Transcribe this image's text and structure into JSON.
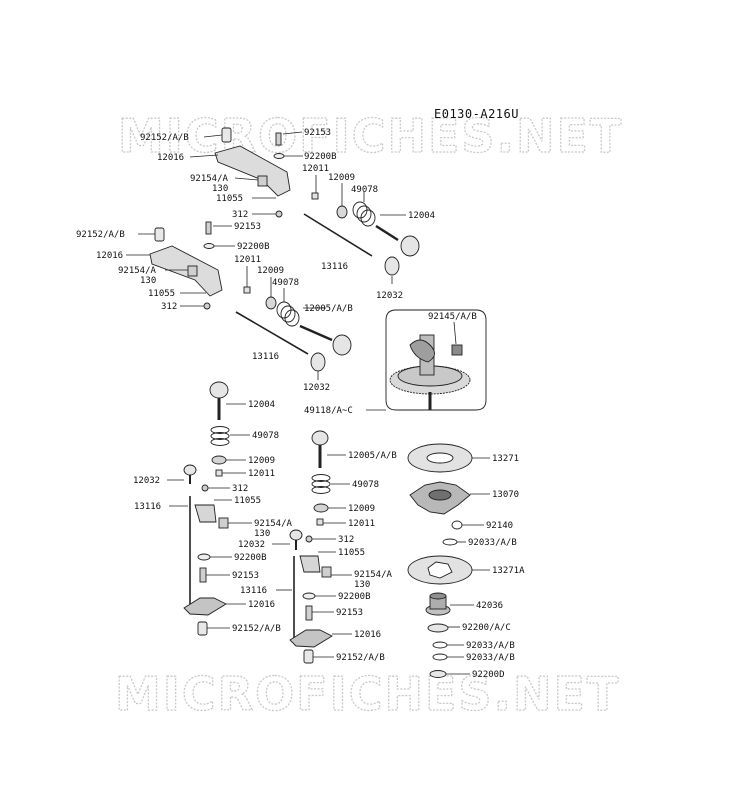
{
  "diagram": {
    "code": "E0130-A216U",
    "watermark": "MICROFICHES.NET",
    "labels": {
      "p92152_a": "92152/A/B",
      "p92153_a": "92153",
      "p12016_a": "12016",
      "p92200b_a": "92200B",
      "p92154_a": "92154/A",
      "p130_a": "130",
      "p12011_a": "12011",
      "p12009_a": "12009",
      "p49078_a": "49078",
      "p11055_a": "11055",
      "p312_a": "312",
      "p12004_a": "12004",
      "p13116_a": "13116",
      "p12032_a": "12032",
      "p92152_b": "92152/A/B",
      "p92153_b": "92153",
      "p12016_b": "12016",
      "p92200b_b": "92200B",
      "p92154_b": "92154/A",
      "p130_b": "130",
      "p12011_b": "12011",
      "p12009_b": "12009",
      "p49078_b": "49078",
      "p11055_b": "11055",
      "p312_b": "312",
      "p12005_b": "12005/A/B",
      "p13116_b": "13116",
      "p12032_b": "12032",
      "p92145": "92145/A/B",
      "p49118": "49118/A~C",
      "p12004_c": "12004",
      "p49078_c": "49078",
      "p12009_c": "12009",
      "p12011_c": "12011",
      "p12032_c": "12032",
      "p312_c": "312",
      "p13116_c": "13116",
      "p11055_c": "11055",
      "p92154_c": "92154/A",
      "p130_c": "130",
      "p92200b_c": "92200B",
      "p92153_c": "92153",
      "p12016_c": "12016",
      "p92152_c": "92152/A/B",
      "p12005_d": "12005/A/B",
      "p49078_d": "49078",
      "p12009_d": "12009",
      "p12011_d": "12011",
      "p12032_d": "12032",
      "p312_d": "312",
      "p11055_d": "11055",
      "p92154_d": "92154/A",
      "p130_d": "130",
      "p13116_d": "13116",
      "p92200b_d": "92200B",
      "p92153_d": "92153",
      "p12016_d": "12016",
      "p92152_d": "92152/A/B",
      "p13271": "13271",
      "p13070": "13070",
      "p92140": "92140",
      "p92033_a": "92033/A/B",
      "p13271a": "13271A",
      "p42036": "42036",
      "p92200ac": "92200/A/C",
      "p92033_b": "92033/A/B",
      "p92033_c": "92033/A/B",
      "p92200d": "92200D"
    }
  }
}
